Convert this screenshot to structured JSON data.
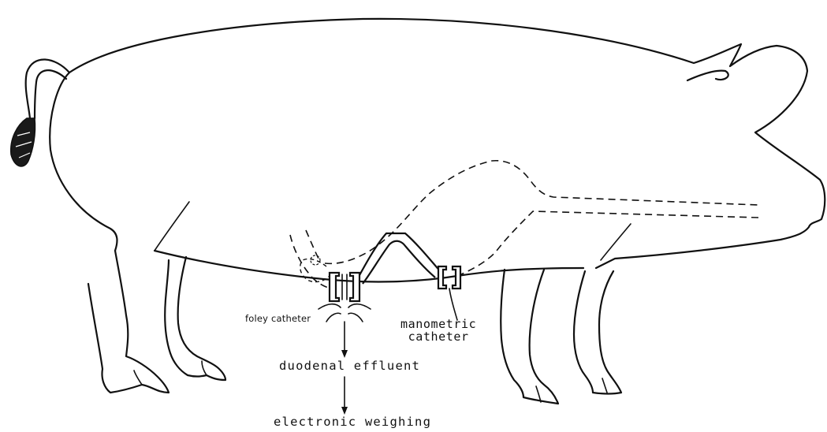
{
  "labels": {
    "foley_catheter": "foley catheter",
    "manometric_line1": "manometric",
    "manometric_line2": "catheter",
    "duodenal_effluent": "duodenal effluent",
    "electronic_weighing": "electronic weighing"
  },
  "colors": {
    "line": "#111111",
    "background": "#ffffff"
  }
}
